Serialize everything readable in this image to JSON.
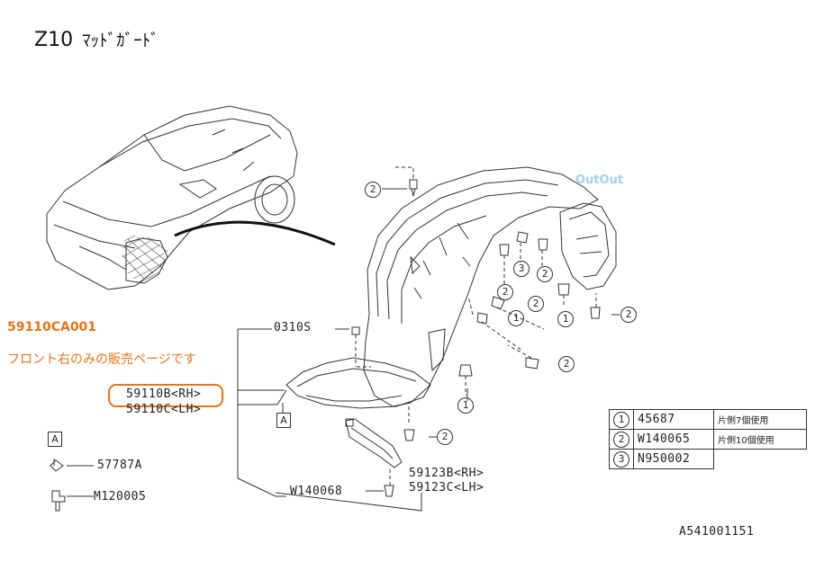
{
  "title": {
    "code": "Z10",
    "name": "ﾏｯﾄﾞｶﾞｰﾄﾞ"
  },
  "notice": {
    "part_number": "59110CA001",
    "note": "フロント右のみの販売ページです"
  },
  "parts": {
    "p0310s": "0310S",
    "p59110b": "59110B<RH>",
    "p59110c": "59110C<LH>",
    "p57787a": "57787A",
    "pm120005": "M120005",
    "pw140068": "W140068",
    "p59123b": "59123B<RH>",
    "p59123c": "59123C<LH>"
  },
  "ref_box": "A",
  "callouts": {
    "one": "1",
    "two": "2",
    "three": "3"
  },
  "legend": [
    {
      "num": "1",
      "code": "45687",
      "note": "片側7個使用"
    },
    {
      "num": "2",
      "code": "W140065",
      "note": "片側10個使用"
    },
    {
      "num": "3",
      "code": "N950002",
      "note": ""
    }
  ],
  "diagram_id": "A541001151",
  "watermark": "OutOut",
  "colors": {
    "accent": "#e8731a",
    "line": "#333333"
  }
}
